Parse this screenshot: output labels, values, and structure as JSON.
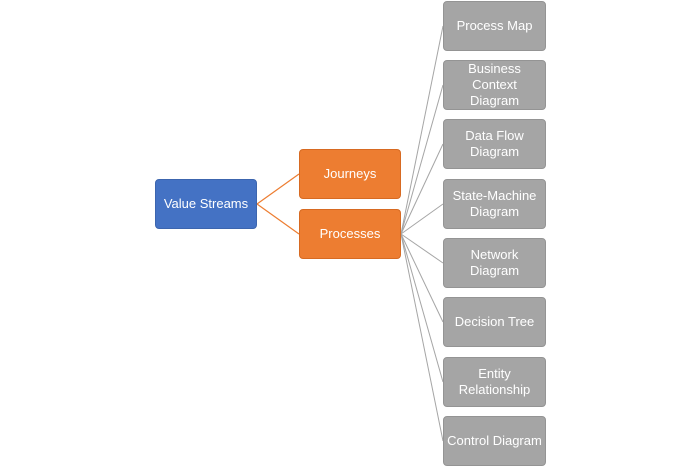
{
  "diagram": {
    "root": {
      "label": "Value Streams",
      "color": "#4472C4"
    },
    "level2": [
      {
        "label": "Journeys",
        "color": "#ED7D31"
      },
      {
        "label": "Processes",
        "color": "#ED7D31"
      }
    ],
    "leaves": [
      {
        "label": "Process Map"
      },
      {
        "label": "Business Context\nDiagram"
      },
      {
        "label": "Data Flow\nDiagram"
      },
      {
        "label": "State-Machine\nDiagram"
      },
      {
        "label": "Network\nDiagram"
      },
      {
        "label": "Decision Tree"
      },
      {
        "label": "Entity\nRelationship"
      },
      {
        "label": "Control Diagram"
      }
    ],
    "leaf_color": "#A5A5A5",
    "connector_colors": {
      "orange": "#ED7D31",
      "gray": "#A5A5A5"
    }
  }
}
